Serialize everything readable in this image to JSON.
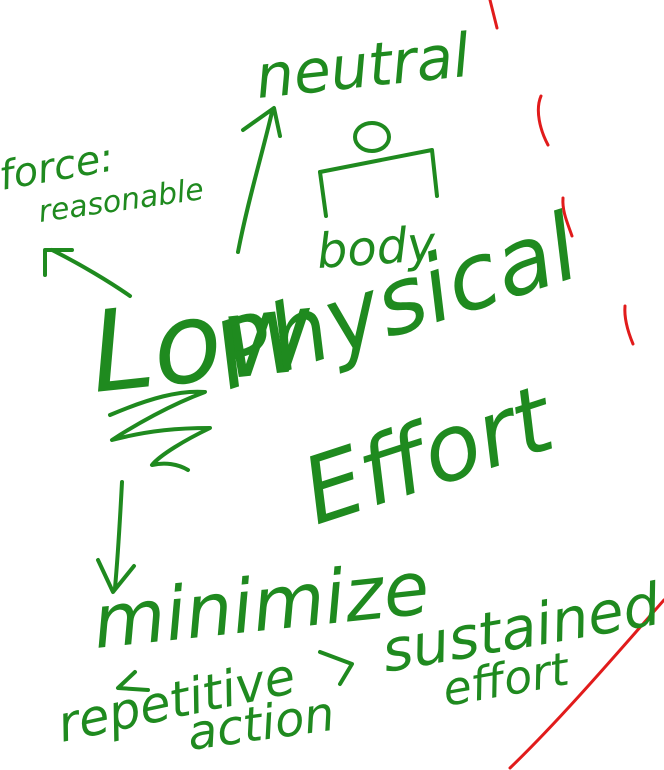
{
  "title_line1": "Low",
  "title_line2": "Physical",
  "title_line3": "Effort",
  "force_label": "force:",
  "force_sub": "reasonable",
  "neutral_label": "neutral",
  "body_label": "body",
  "minimize_label": "minimize",
  "repetitive_label_1": "repetitive",
  "repetitive_label_2": "action",
  "sustained_label_1": "sustained",
  "sustained_label_2": "effort",
  "colors": {
    "ink": "#1f8a1f",
    "margin_line": "#e11b1b",
    "background": "#ffffff"
  }
}
